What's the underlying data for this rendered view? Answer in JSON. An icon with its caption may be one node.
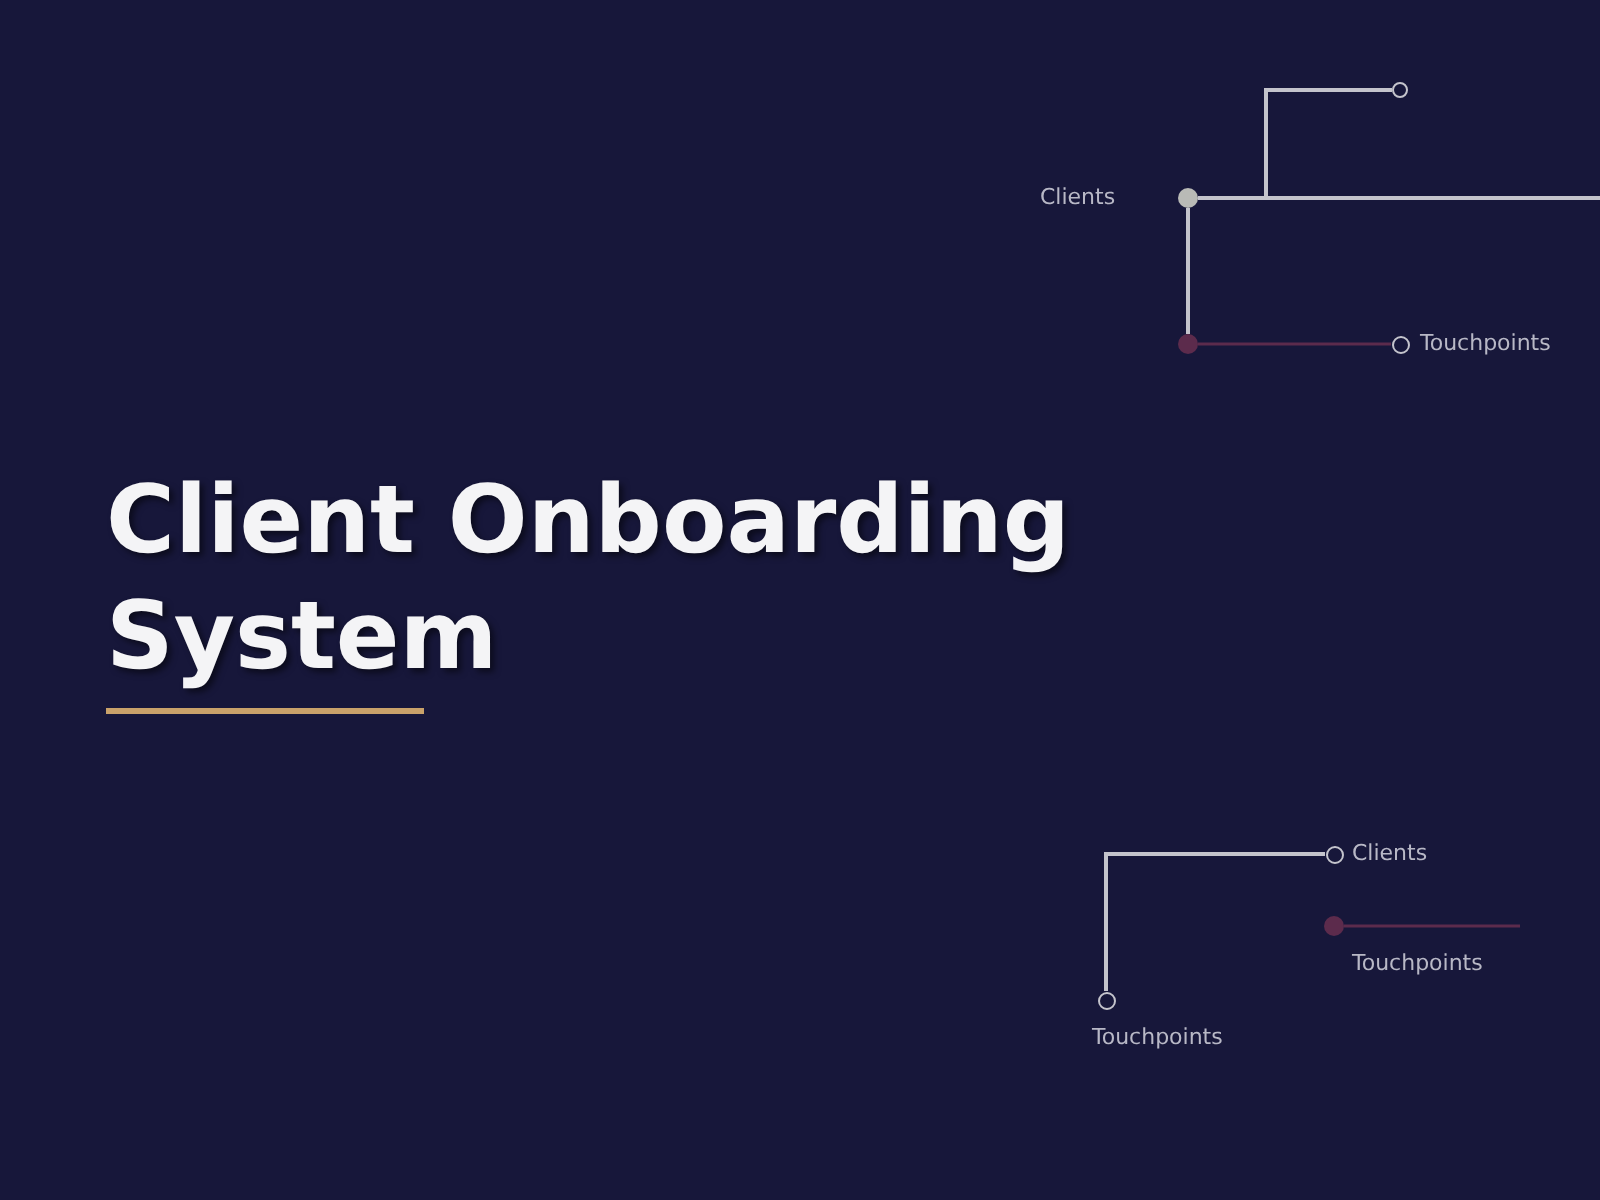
{
  "diagram": {
    "title": "Client Onboarding System",
    "nodes": [
      {
        "text": [],
        "shape": "circle",
        "beside": [
          "Clients"
        ]
      },
      {
        "text": [],
        "shape": "circle"
      },
      {
        "text": [],
        "shape": "circle"
      },
      {
        "text": [],
        "shape": "circle",
        "beside": [
          "Touchpoints"
        ]
      },
      {
        "text": [],
        "shape": "circle",
        "beside": [
          "Clients"
        ]
      },
      {
        "text": [],
        "shape": "circle",
        "beside": [
          "Touchpoints"
        ]
      },
      {
        "text": [],
        "shape": "circle",
        "beside": [
          "Touchpoints"
        ]
      }
    ],
    "edges": [
      {
        "from": 0,
        "to": 1,
        "arrow": "none"
      },
      {
        "from": 0,
        "to": null,
        "arrow": "none"
      },
      {
        "from": 0,
        "to": 2,
        "arrow": "none"
      },
      {
        "from": 2,
        "to": 3,
        "arrow": "none",
        "color": "#5c2b4c"
      },
      {
        "from": 4,
        "to": 5,
        "arrow": "none"
      },
      {
        "from": 6,
        "to": null,
        "arrow": "none",
        "color": "#5c2b4c"
      }
    ]
  }
}
